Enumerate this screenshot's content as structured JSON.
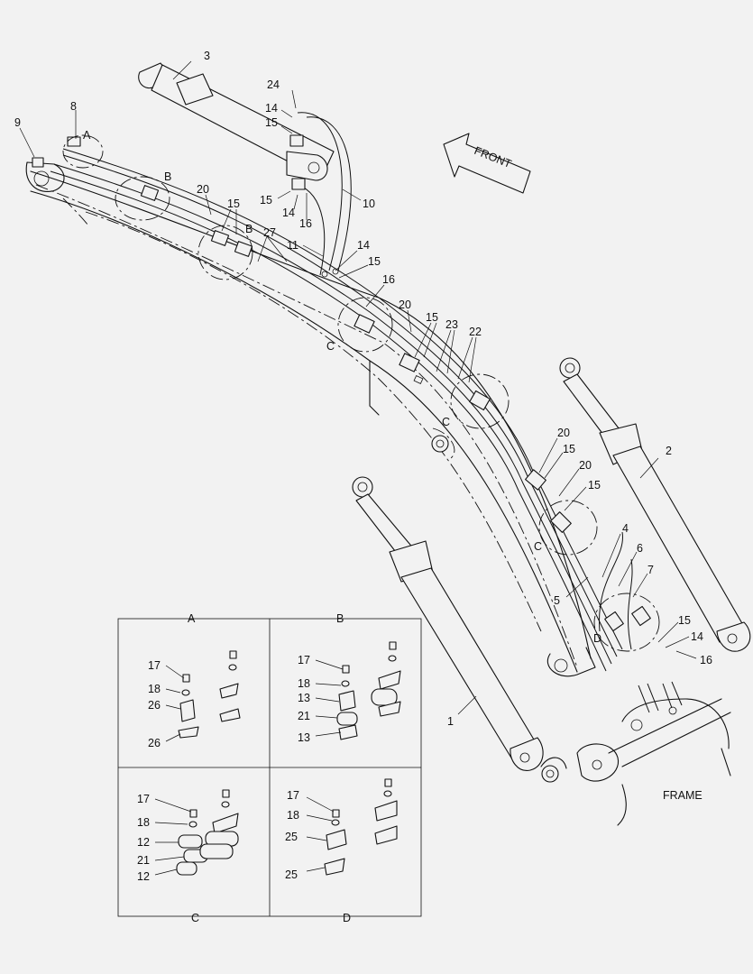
{
  "callouts": {
    "n1": "1",
    "n2": "2",
    "n3": "3",
    "n4": "4",
    "n5": "5",
    "n6": "6",
    "n7": "7",
    "n8": "8",
    "n9": "9",
    "n10": "10",
    "n11": "11",
    "n14": "14",
    "n15": "15",
    "n16": "16",
    "n20": "20",
    "n22": "22",
    "n23": "23",
    "n24": "24",
    "n27": "27"
  },
  "detail_refs": {
    "A": "A",
    "B": "B",
    "C": "C",
    "D": "D"
  },
  "front_label": "FRONT",
  "frame_label": "FRAME",
  "detail_boxes": {
    "A": {
      "title": "A",
      "labels": [
        "17",
        "18",
        "26",
        "26"
      ]
    },
    "B": {
      "title": "B",
      "labels": [
        "17",
        "18",
        "13",
        "21",
        "13"
      ]
    },
    "C": {
      "title": "C",
      "labels": [
        "17",
        "18",
        "12",
        "21",
        "12"
      ]
    },
    "D": {
      "title": "D",
      "labels": [
        "17",
        "18",
        "25",
        "25"
      ]
    }
  }
}
